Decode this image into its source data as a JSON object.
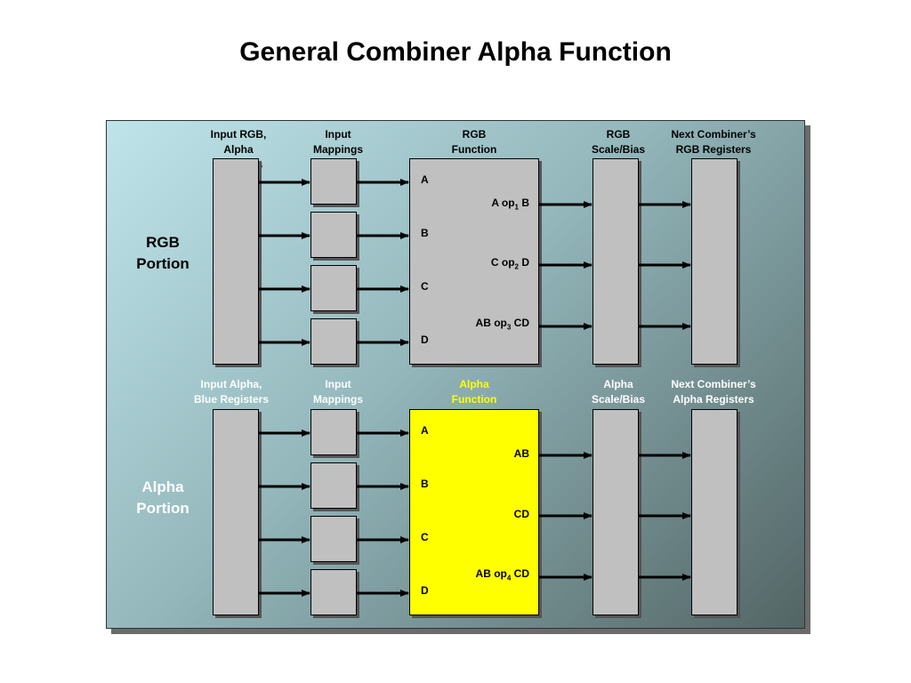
{
  "title": "General Combiner Alpha Function",
  "rgb": {
    "portion_label": [
      "RGB",
      "Portion"
    ],
    "col1": [
      "Input RGB,",
      "Alpha",
      "Registers"
    ],
    "col2": [
      "Input",
      "Mappings"
    ],
    "col3": [
      "RGB",
      "Function"
    ],
    "col4": [
      "RGB",
      "Scale/Bias"
    ],
    "col5": [
      "Next Combiner’s",
      "RGB Registers"
    ],
    "inputs": [
      "A",
      "B",
      "C",
      "D"
    ],
    "ops": [
      {
        "pre": "A op",
        "sub": "1",
        "post": " B"
      },
      {
        "pre": "C op",
        "sub": "2",
        "post": " D"
      },
      {
        "pre": "AB op",
        "sub": "3",
        "post": " CD"
      }
    ]
  },
  "alpha": {
    "portion_label": [
      "Alpha",
      "Portion"
    ],
    "col1": [
      "Input Alpha,",
      "Blue Registers"
    ],
    "col2": [
      "Input",
      "Mappings"
    ],
    "col3": [
      "Alpha",
      "Function"
    ],
    "col4": [
      "Alpha",
      "Scale/Bias"
    ],
    "col5": [
      "Next Combiner’s",
      "Alpha Registers"
    ],
    "inputs": [
      "A",
      "B",
      "C",
      "D"
    ],
    "ops": [
      {
        "pre": "AB",
        "sub": "",
        "post": ""
      },
      {
        "pre": "CD",
        "sub": "",
        "post": ""
      },
      {
        "pre": "AB op",
        "sub": "4",
        "post": " CD"
      }
    ]
  },
  "colors": {
    "highlight": "#ffff00",
    "box": "#c0c0c0"
  }
}
